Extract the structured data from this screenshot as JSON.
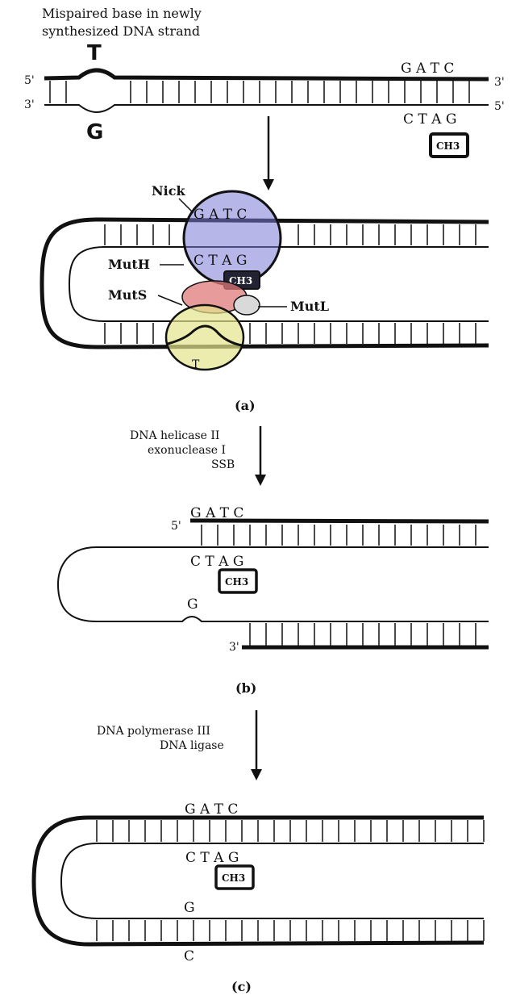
{
  "caption": {
    "line1": "Mispaired base in newly",
    "line2": "synthesized DNA strand"
  },
  "strand_ends": {
    "five_prime": "5'",
    "three_prime": "3'"
  },
  "bases": {
    "mispair_top": "T",
    "mispair_bottom": "G",
    "gatc": "G A T C",
    "ctag": "C T A G",
    "methyl": "CH3",
    "methyl_sub": "3",
    "repair_g": "G",
    "repair_c": "C"
  },
  "proteins": {
    "nick": "Nick",
    "muth": "MutH",
    "muts": "MutS",
    "mutl": "MutL"
  },
  "enzymes": {
    "step_b": [
      "DNA helicase II",
      "exonuclease I",
      "SSB"
    ],
    "step_c": [
      "DNA polymerase III",
      "DNA ligase"
    ]
  },
  "panels": {
    "a": "(a)",
    "b": "(b)",
    "c": "(c)"
  },
  "colors": {
    "muth": "#6f6fcf",
    "muts": "#e08080",
    "mutl": "#e6e68a",
    "line": "#111111"
  }
}
